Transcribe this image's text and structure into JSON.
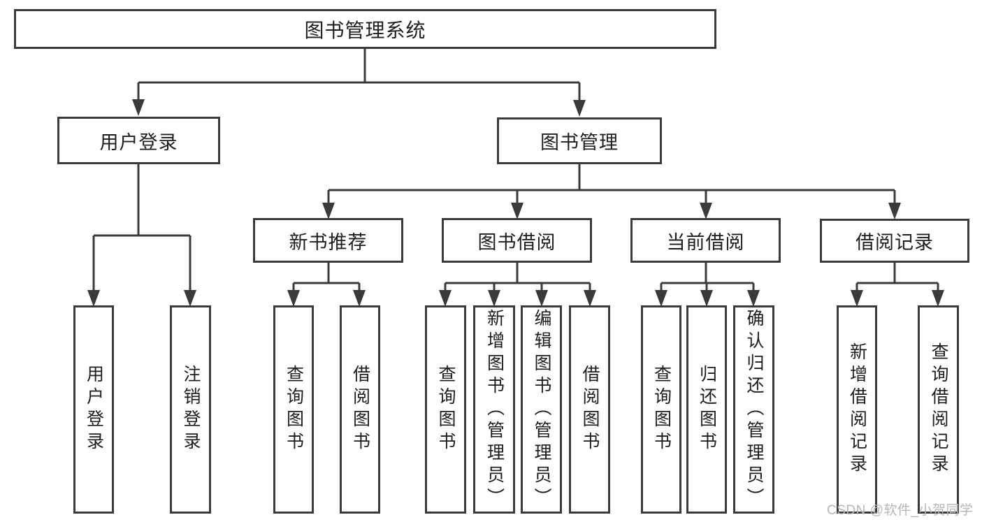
{
  "tree": {
    "label": "图书管理系统",
    "children": [
      {
        "label": "用户登录",
        "children": [
          {
            "label": "用户登录"
          },
          {
            "label": "注销登录"
          }
        ]
      },
      {
        "label": "图书管理",
        "children": [
          {
            "label": "新书推荐",
            "children": [
              {
                "label": "查询图书"
              },
              {
                "label": "借阅图书"
              }
            ]
          },
          {
            "label": "图书借阅",
            "children": [
              {
                "label": "查询图书"
              },
              {
                "label": "新增图书（管理员）"
              },
              {
                "label": "编辑图书（管理员）"
              },
              {
                "label": "借阅图书"
              }
            ]
          },
          {
            "label": "当前借阅",
            "children": [
              {
                "label": "查询图书"
              },
              {
                "label": "归还图书"
              },
              {
                "label": "确认归还（管理员）"
              }
            ]
          },
          {
            "label": "借阅记录",
            "children": [
              {
                "label": "新增借阅记录"
              },
              {
                "label": "查询借阅记录"
              }
            ]
          }
        ]
      }
    ]
  },
  "watermark": {
    "text": "CSDN @软件_小贺同学",
    "color": "#b6b6b6"
  },
  "colors": {
    "line": "#3a3a3a",
    "box_border": "#3a3a3a",
    "text": "#1d1d1d",
    "background": "#ffffff"
  }
}
